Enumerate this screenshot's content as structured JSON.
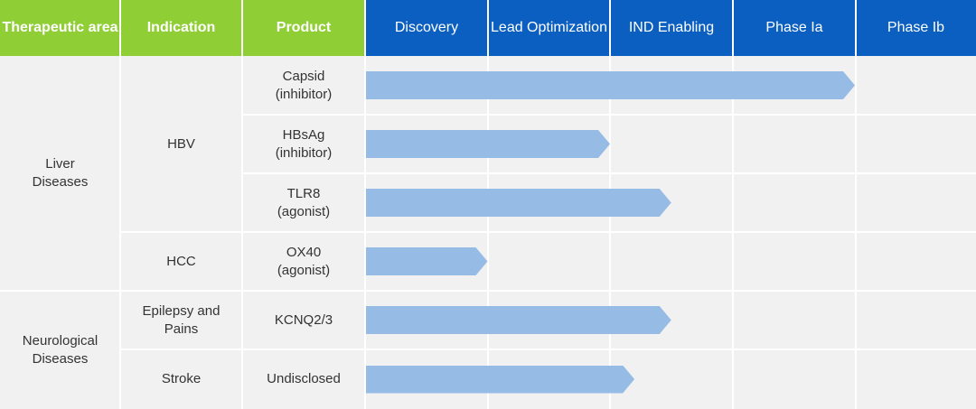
{
  "chart_data": {
    "type": "table",
    "header": {
      "therapeutic_area": "Therapeutic\narea",
      "indication": "Indication",
      "product": "Product"
    },
    "stages": [
      "Discovery",
      "Lead\nOptimization",
      "IND\nEnabling",
      "Phase Ia",
      "Phase Ib"
    ],
    "areas": [
      {
        "label": "Liver\nDiseases",
        "rows": [
          0,
          3
        ]
      },
      {
        "label": "Neurological\nDiseases",
        "rows": [
          4,
          5
        ]
      }
    ],
    "indications": [
      {
        "label": "HBV",
        "rows": [
          0,
          2
        ]
      },
      {
        "label": "HCC",
        "rows": [
          3,
          3
        ]
      },
      {
        "label": "Epilepsy and\nPains",
        "rows": [
          4,
          4
        ]
      },
      {
        "label": "Stroke",
        "rows": [
          5,
          5
        ]
      }
    ],
    "rows": [
      {
        "product": "Capsid\n(inhibitor)",
        "progress": 4.0
      },
      {
        "product": "HBsAg\n(inhibitor)",
        "progress": 2.0
      },
      {
        "product": "TLR8\n(agonist)",
        "progress": 2.5
      },
      {
        "product": "OX40\n(agonist)",
        "progress": 1.0
      },
      {
        "product": "KCNQ2/3",
        "progress": 2.5
      },
      {
        "product": "Undisclosed",
        "progress": 2.2
      }
    ],
    "progress_unit": "stages completed (0 = start of Discovery, 5 = end of Phase Ib)",
    "colors": {
      "header_left": "#8fce35",
      "header_stage": "#0b5fc1",
      "arrow": "#96bce6",
      "body_bg": "#f1f1f1"
    }
  }
}
